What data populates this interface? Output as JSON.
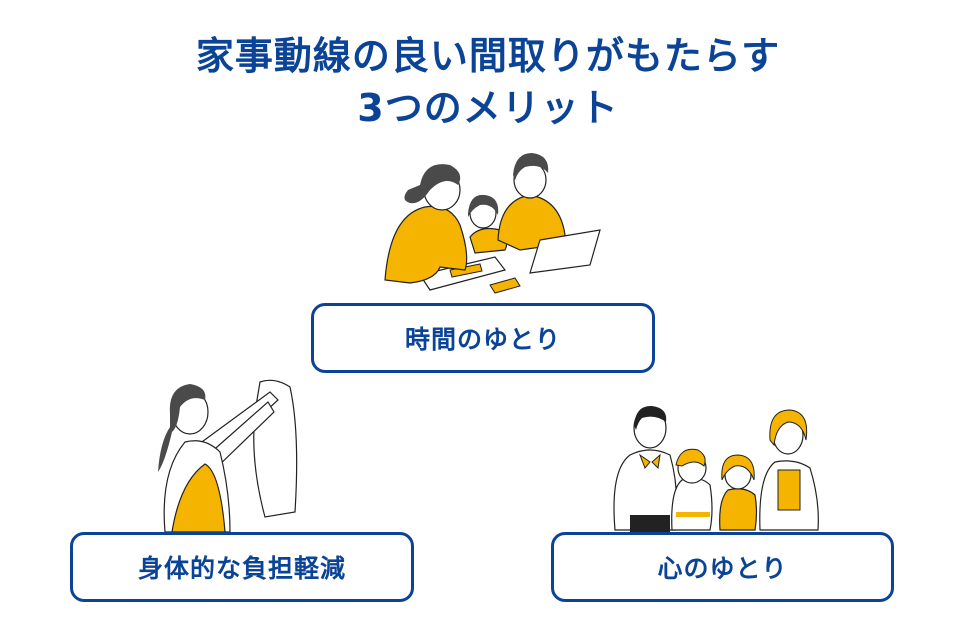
{
  "title": {
    "line1": "家事動線の良い間取りがもたらす",
    "line2": "3つのメリット"
  },
  "benefits": [
    {
      "label": "時間のゆとり",
      "illustration": "family-at-table-illustration"
    },
    {
      "label": "身体的な負担軽減",
      "illustration": "woman-hanging-laundry-illustration"
    },
    {
      "label": "心のゆとり",
      "illustration": "happy-family-illustration"
    }
  ],
  "colors": {
    "primary_blue": "#0b4497",
    "accent_yellow": "#f5b400",
    "line": "#222222",
    "hair": "#4a4a4a",
    "background": "#ffffff"
  }
}
